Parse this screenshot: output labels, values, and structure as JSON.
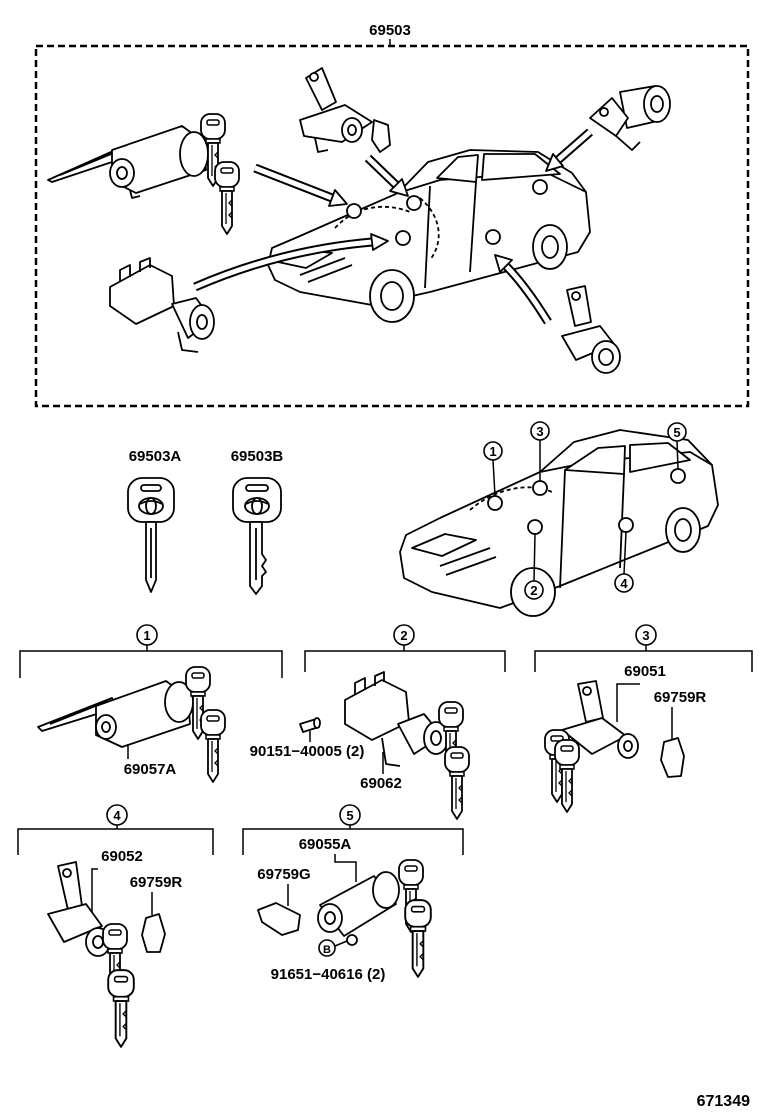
{
  "assembly": {
    "label": "69503"
  },
  "keys": {
    "a_label": "69503A",
    "b_label": "69503B"
  },
  "location_markers": [
    "1",
    "2",
    "3",
    "4",
    "5"
  ],
  "sections": [
    {
      "number": "1",
      "labels": [
        "69057A"
      ]
    },
    {
      "number": "2",
      "labels": [
        "90151−40005 (2)",
        "69062"
      ]
    },
    {
      "number": "3",
      "labels": [
        "69051",
        "69759R"
      ]
    },
    {
      "number": "4",
      "labels": [
        "69052",
        "69759R"
      ]
    },
    {
      "number": "5",
      "labels": [
        "69055A",
        "69759G",
        "91651−40616 (2)"
      ],
      "bolt_marker": "B"
    }
  ],
  "diagram_code": "671349",
  "colors": {
    "ink": "#000000",
    "paper": "#ffffff"
  }
}
